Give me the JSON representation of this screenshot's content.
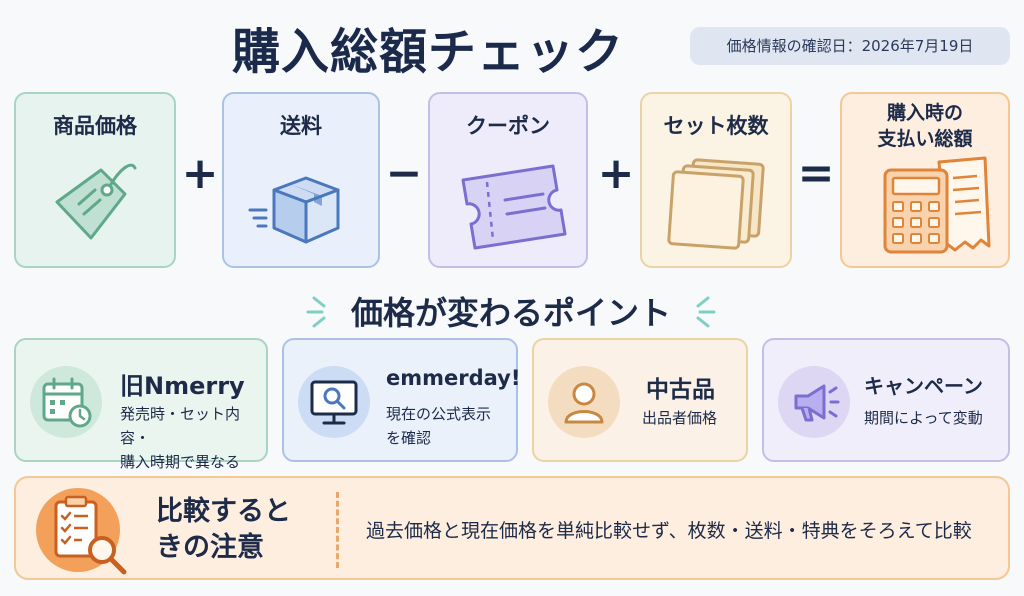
{
  "header": {
    "title": "購入総額チェック",
    "date_badge": "価格情報の確認日：2026年7月19日"
  },
  "formula": {
    "items": [
      {
        "label": "商品価格",
        "icon": "price-tag-icon",
        "color": "#e6f3ee",
        "border": "#a9d4c2"
      },
      {
        "label": "送料",
        "icon": "shipping-box-icon",
        "color": "#e9f0fb",
        "border": "#a9c2e6"
      },
      {
        "label": "クーポン",
        "icon": "coupon-ticket-icon",
        "color": "#eeecfa",
        "border": "#c3bde8"
      },
      {
        "label": "セット枚数",
        "icon": "stacked-cards-icon",
        "color": "#fbf3e3",
        "border": "#ecd3a4"
      },
      {
        "label": "購入時の\n支払い総額",
        "icon": "calculator-receipt-icon",
        "color": "#fdeee0",
        "border": "#f4c795"
      }
    ],
    "operators": [
      "+",
      "−",
      "+",
      "="
    ]
  },
  "points": {
    "heading": "価格が変わるポイント",
    "items": [
      {
        "title": "旧Nmerry",
        "desc": "発売時・セット内容・\n購入時期で異なる",
        "icon": "calendar-clock-icon",
        "color": "#eaf5ef",
        "border": "#a9d4c2",
        "circle": "#cfe8dc"
      },
      {
        "title": "emmerday!",
        "desc": "現在の公式表示\nを確認",
        "icon": "monitor-search-icon",
        "color": "#eaf1fb",
        "border": "#a9c2e6",
        "circle": "#cbdcf4"
      },
      {
        "title": "中古品",
        "desc": "出品者価格",
        "icon": "person-icon",
        "color": "#fcf1e6",
        "border": "#ecd3a4",
        "circle": "#f4dcc0"
      },
      {
        "title": "キャンペーン",
        "desc": "期間によって変動",
        "icon": "megaphone-icon",
        "color": "#f1eefb",
        "border": "#c3bde8",
        "circle": "#ddd7f4"
      }
    ]
  },
  "note": {
    "title": "比較すると\nきの注意",
    "text": "過去価格と現在価格を単純比較せず、枚数・送料・特典をそろえて比較",
    "icon": "clipboard-search-icon"
  },
  "colors": {
    "navy": "#1d2b49",
    "green": "#5fa88a",
    "blue": "#4a78bd",
    "purple": "#7a6fd1",
    "orange": "#e0843a"
  }
}
